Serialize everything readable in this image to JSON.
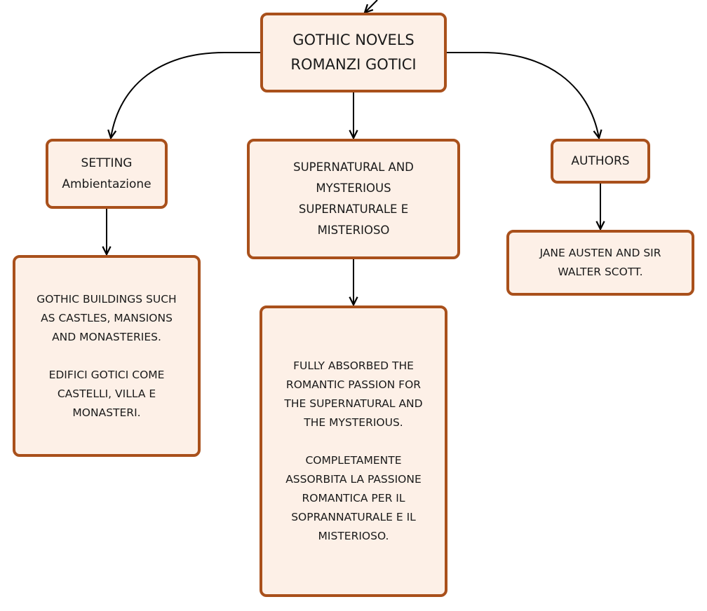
{
  "root": {
    "line1": "GOTHIC NOVELS",
    "line2": "ROMANZI GOTICI"
  },
  "setting": {
    "line1": "SETTING",
    "line2": "Ambientazione"
  },
  "supernatural": {
    "lines": [
      "SUPERNATURAL AND",
      "MYSTERIOUS",
      "SUPERNATURALE E",
      "MISTERIOSO"
    ]
  },
  "authors": {
    "label": "AUTHORS"
  },
  "buildings": {
    "en": [
      "GOTHIC BUILDINGS SUCH",
      "AS CASTLES, MANSIONS",
      "AND MONASTERIES."
    ],
    "it": [
      "EDIFICI GOTICI COME",
      "CASTELLI, VILLA E",
      "MONASTERI."
    ]
  },
  "passion": {
    "en": [
      "FULLY ABSORBED THE",
      "ROMANTIC PASSION FOR",
      "THE SUPERNATURAL AND",
      "THE MYSTERIOUS."
    ],
    "it": [
      "COMPLETAMENTE",
      "ASSORBITA LA PASSIONE",
      "ROMANTICA PER IL",
      "SOPRANNATURALE E IL",
      "MISTERIOSO."
    ]
  },
  "austen": {
    "lines": [
      "JANE AUSTEN AND SIR",
      "WALTER SCOTT."
    ]
  },
  "colors": {
    "node_fill": "#fdf0e7",
    "node_border": "#a9501b",
    "connector": "#000000"
  }
}
